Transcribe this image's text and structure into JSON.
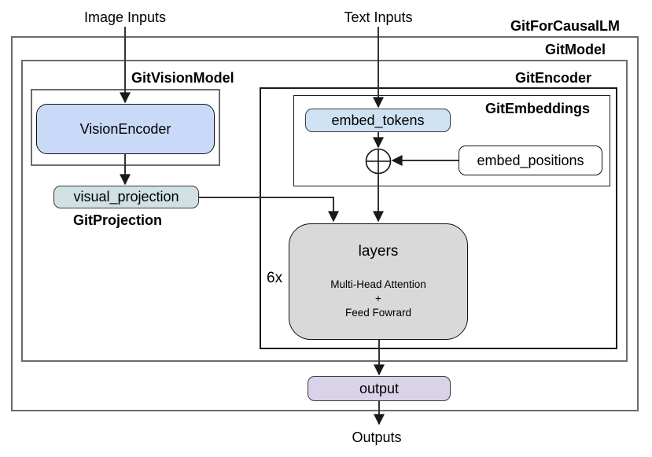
{
  "labels": {
    "image_inputs": "Image Inputs",
    "text_inputs": "Text Inputs",
    "outputs": "Outputs",
    "repeat": "6x"
  },
  "containers": {
    "git_for_causal_lm": "GitForCausalLM",
    "git_model": "GitModel",
    "git_vision_model": "GitVisionModel",
    "git_encoder": "GitEncoder",
    "git_embeddings": "GitEmbeddings",
    "git_projection": "GitProjection"
  },
  "nodes": {
    "vision_encoder": {
      "label": "VisionEncoder",
      "fill": "#c9daf8"
    },
    "visual_projection": {
      "label": "visual_projection",
      "fill": "#d0e0e3"
    },
    "embed_tokens": {
      "label": "embed_tokens",
      "fill": "#cfe2f3"
    },
    "embed_positions": {
      "label": "embed_positions",
      "fill": "#ffffff"
    },
    "layers": {
      "label": "layers",
      "detail_line1": "Multi-Head Attention",
      "detail_line2": "+",
      "detail_line3": "Feed Fowrard",
      "fill": "#d9d9d9"
    },
    "output": {
      "label": "output",
      "fill": "#d9d2e9"
    }
  },
  "icons": {
    "sum": "plus-circle-icon"
  },
  "colors": {
    "outer_border": "#6b6b6b",
    "inner_border": "#1a1a1a",
    "arrow": "#333333"
  }
}
